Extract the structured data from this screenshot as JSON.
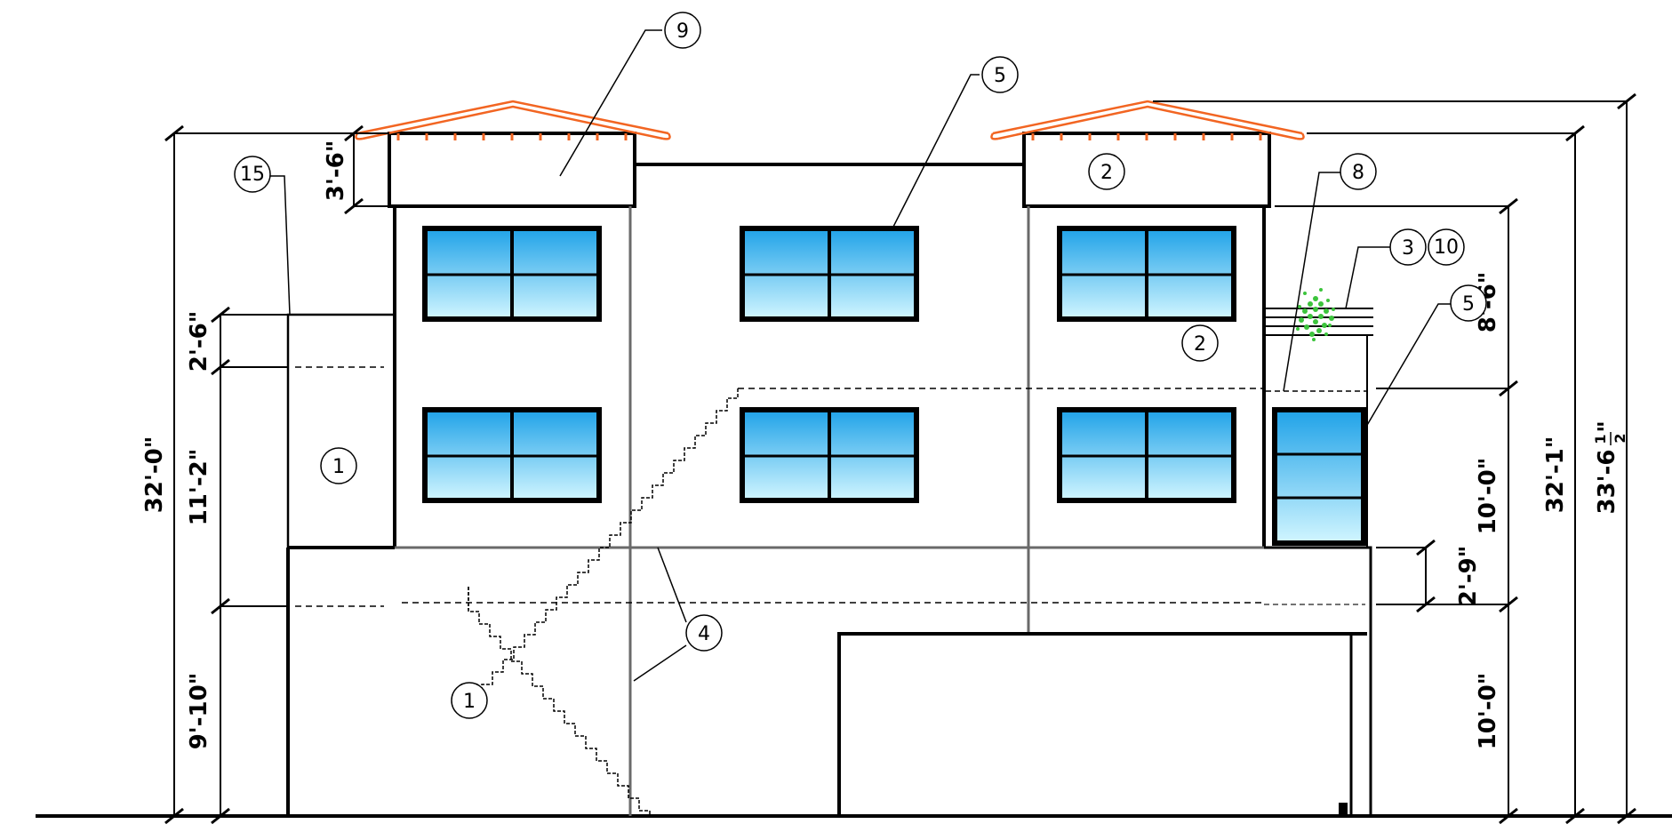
{
  "drawing": {
    "kind": "exterior-elevation",
    "colors": {
      "line": "#000000",
      "roof": "#f26522",
      "glass_top": "#1fa2e8",
      "glass_bottom": "#d2f6ff",
      "plant": "#3cc43c",
      "centerline": "#6a6a6a"
    },
    "dimensions": {
      "left_overall": "32'-0\"",
      "left_roof_band": "3'-6\"",
      "left_parapet": "2'-6\"",
      "left_second_floor": "11'-2\"",
      "left_first_floor": "9'-10\"",
      "right_deck_rail": "8'-6\"",
      "right_second_floor": "10'-0\"",
      "right_step": "2'-9\"",
      "right_first_floor": "10'-0\"",
      "right_overall_a": "32'-1\"",
      "right_overall_b": "33'-6",
      "right_overall_b_frac_num": "1",
      "right_overall_b_frac_den": "2",
      "right_overall_b_inch": "\""
    },
    "keynotes": {
      "k9": "9",
      "k5a": "5",
      "k15": "15",
      "k2a": "2",
      "k8": "8",
      "k3": "3",
      "k10": "10",
      "k5b": "5",
      "k2b": "2",
      "k1a": "1",
      "k4": "4",
      "k1b": "1"
    }
  }
}
